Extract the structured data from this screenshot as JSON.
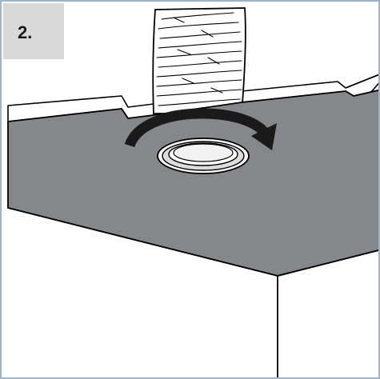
{
  "step": {
    "label": "2."
  },
  "illustration": {
    "subject": "flexible-duct-hose",
    "action": "rotate-clockwise-arrow",
    "colors": {
      "panel_top": "#85878a",
      "wall": "#ffffff",
      "badge": "#d9d9d9",
      "frame": "#9fb4c8",
      "arrow": "#1a1a1a",
      "hose": "#ffffff",
      "outline": "#000000"
    }
  }
}
